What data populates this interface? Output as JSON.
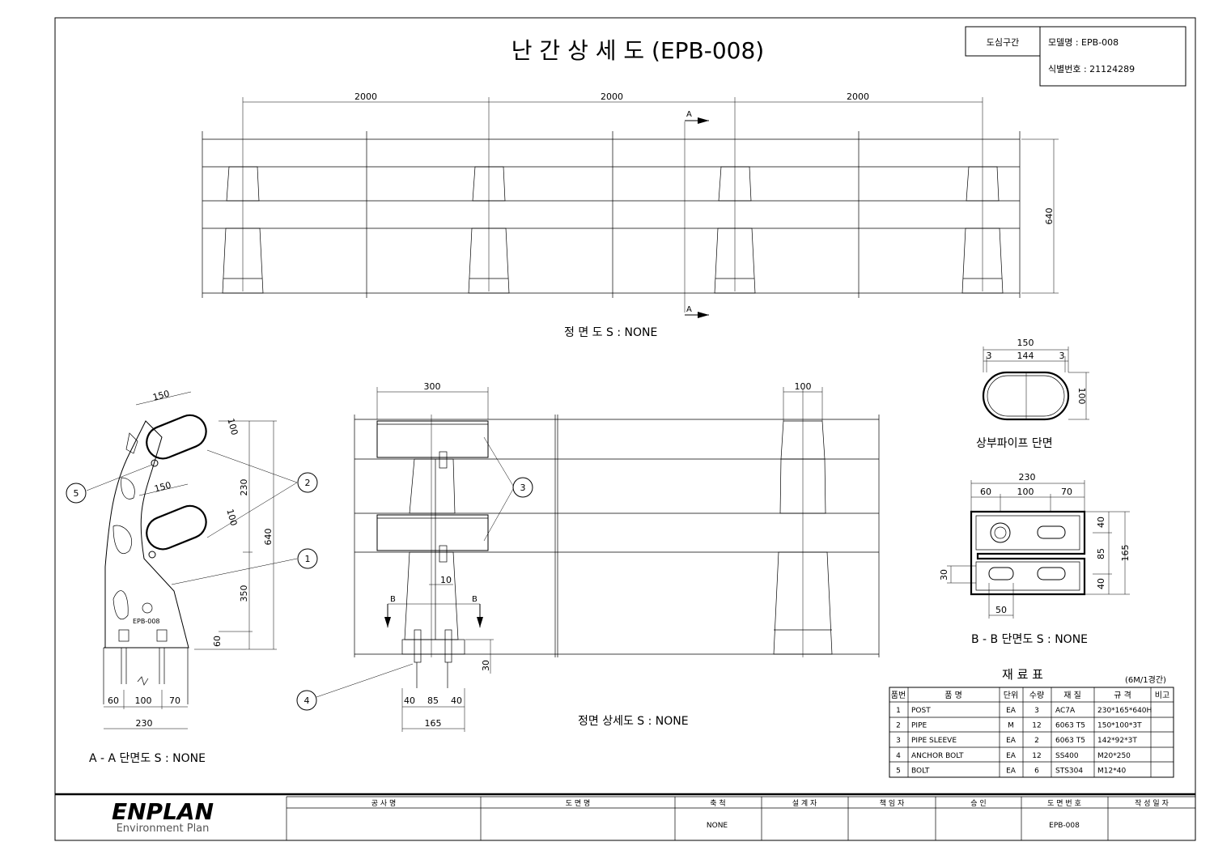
{
  "title": "난 간 상 세 도 (EPB-008)",
  "info_box": {
    "section_label": "도심구간",
    "model_line": "모델명 : EPB-008",
    "id_line": "식별번호 : 21124289"
  },
  "front_view": {
    "span_labels": [
      "2000",
      "2000",
      "2000"
    ],
    "height_label": "640",
    "section_marker": "A",
    "caption": "정 면 도  S : NONE"
  },
  "aa_section": {
    "dims": {
      "pipe_w_top": "150",
      "pipe_h_top": "100",
      "pipe_w_mid": "150",
      "pipe_h_mid": "100",
      "seg_230": "230",
      "seg_350": "350",
      "total_640": "640",
      "seg_60": "60",
      "base_60": "60",
      "base_100": "100",
      "base_70": "70",
      "base_230": "230"
    },
    "callouts": [
      "1",
      "2",
      "5"
    ],
    "logo_text": "EPB-008",
    "caption": "A - A 단면도 S : NONE"
  },
  "front_detail": {
    "dims": {
      "width_300": "300",
      "width_100": "100",
      "web_10": "10",
      "b40a": "40",
      "b85": "85",
      "b40b": "40",
      "b165": "165",
      "h30": "30"
    },
    "marker": "B",
    "callouts": [
      "3",
      "4"
    ],
    "caption": "정면 상세도 S : NONE"
  },
  "pipe_section": {
    "dims": {
      "w150": "150",
      "w144": "144",
      "side3a": "3",
      "side3b": "3",
      "h100": "100"
    },
    "caption": "상부파이프 단면"
  },
  "bb_section": {
    "dims": {
      "w230": "230",
      "d60": "60",
      "d100": "100",
      "d70": "70",
      "v40a": "40",
      "v85": "85",
      "v40b": "40",
      "v165": "165",
      "v30": "30",
      "h50": "50"
    },
    "caption": "B - B 단면도 S : NONE"
  },
  "material_table": {
    "title": "재   료   표",
    "note": "(6M/1경간)",
    "headers": [
      "품번",
      "품    명",
      "단위",
      "수량",
      "재    질",
      "규    격",
      "비고"
    ],
    "rows": [
      [
        "1",
        "POST",
        "EA",
        "3",
        "AC7A",
        "230*165*640H",
        ""
      ],
      [
        "2",
        "PIPE",
        "M",
        "12",
        "6063 T5",
        "150*100*3T",
        ""
      ],
      [
        "3",
        "PIPE SLEEVE",
        "EA",
        "2",
        "6063 T5",
        "142*92*3T",
        ""
      ],
      [
        "4",
        "ANCHOR BOLT",
        "EA",
        "12",
        "SS400",
        "M20*250",
        ""
      ],
      [
        "5",
        "BOLT",
        "EA",
        "6",
        "STS304",
        "M12*40",
        ""
      ]
    ]
  },
  "title_block": {
    "brand": "ENPLAN",
    "brand_sub": "Environment Plan",
    "headers": [
      "공     사     명",
      "도     면     명",
      "축     척",
      "설   계   자",
      "책   임   자",
      "승     인",
      "도 면 번 호",
      "작 성 일 자"
    ],
    "scale_value": "NONE",
    "drawing_no": "EPB-008"
  }
}
